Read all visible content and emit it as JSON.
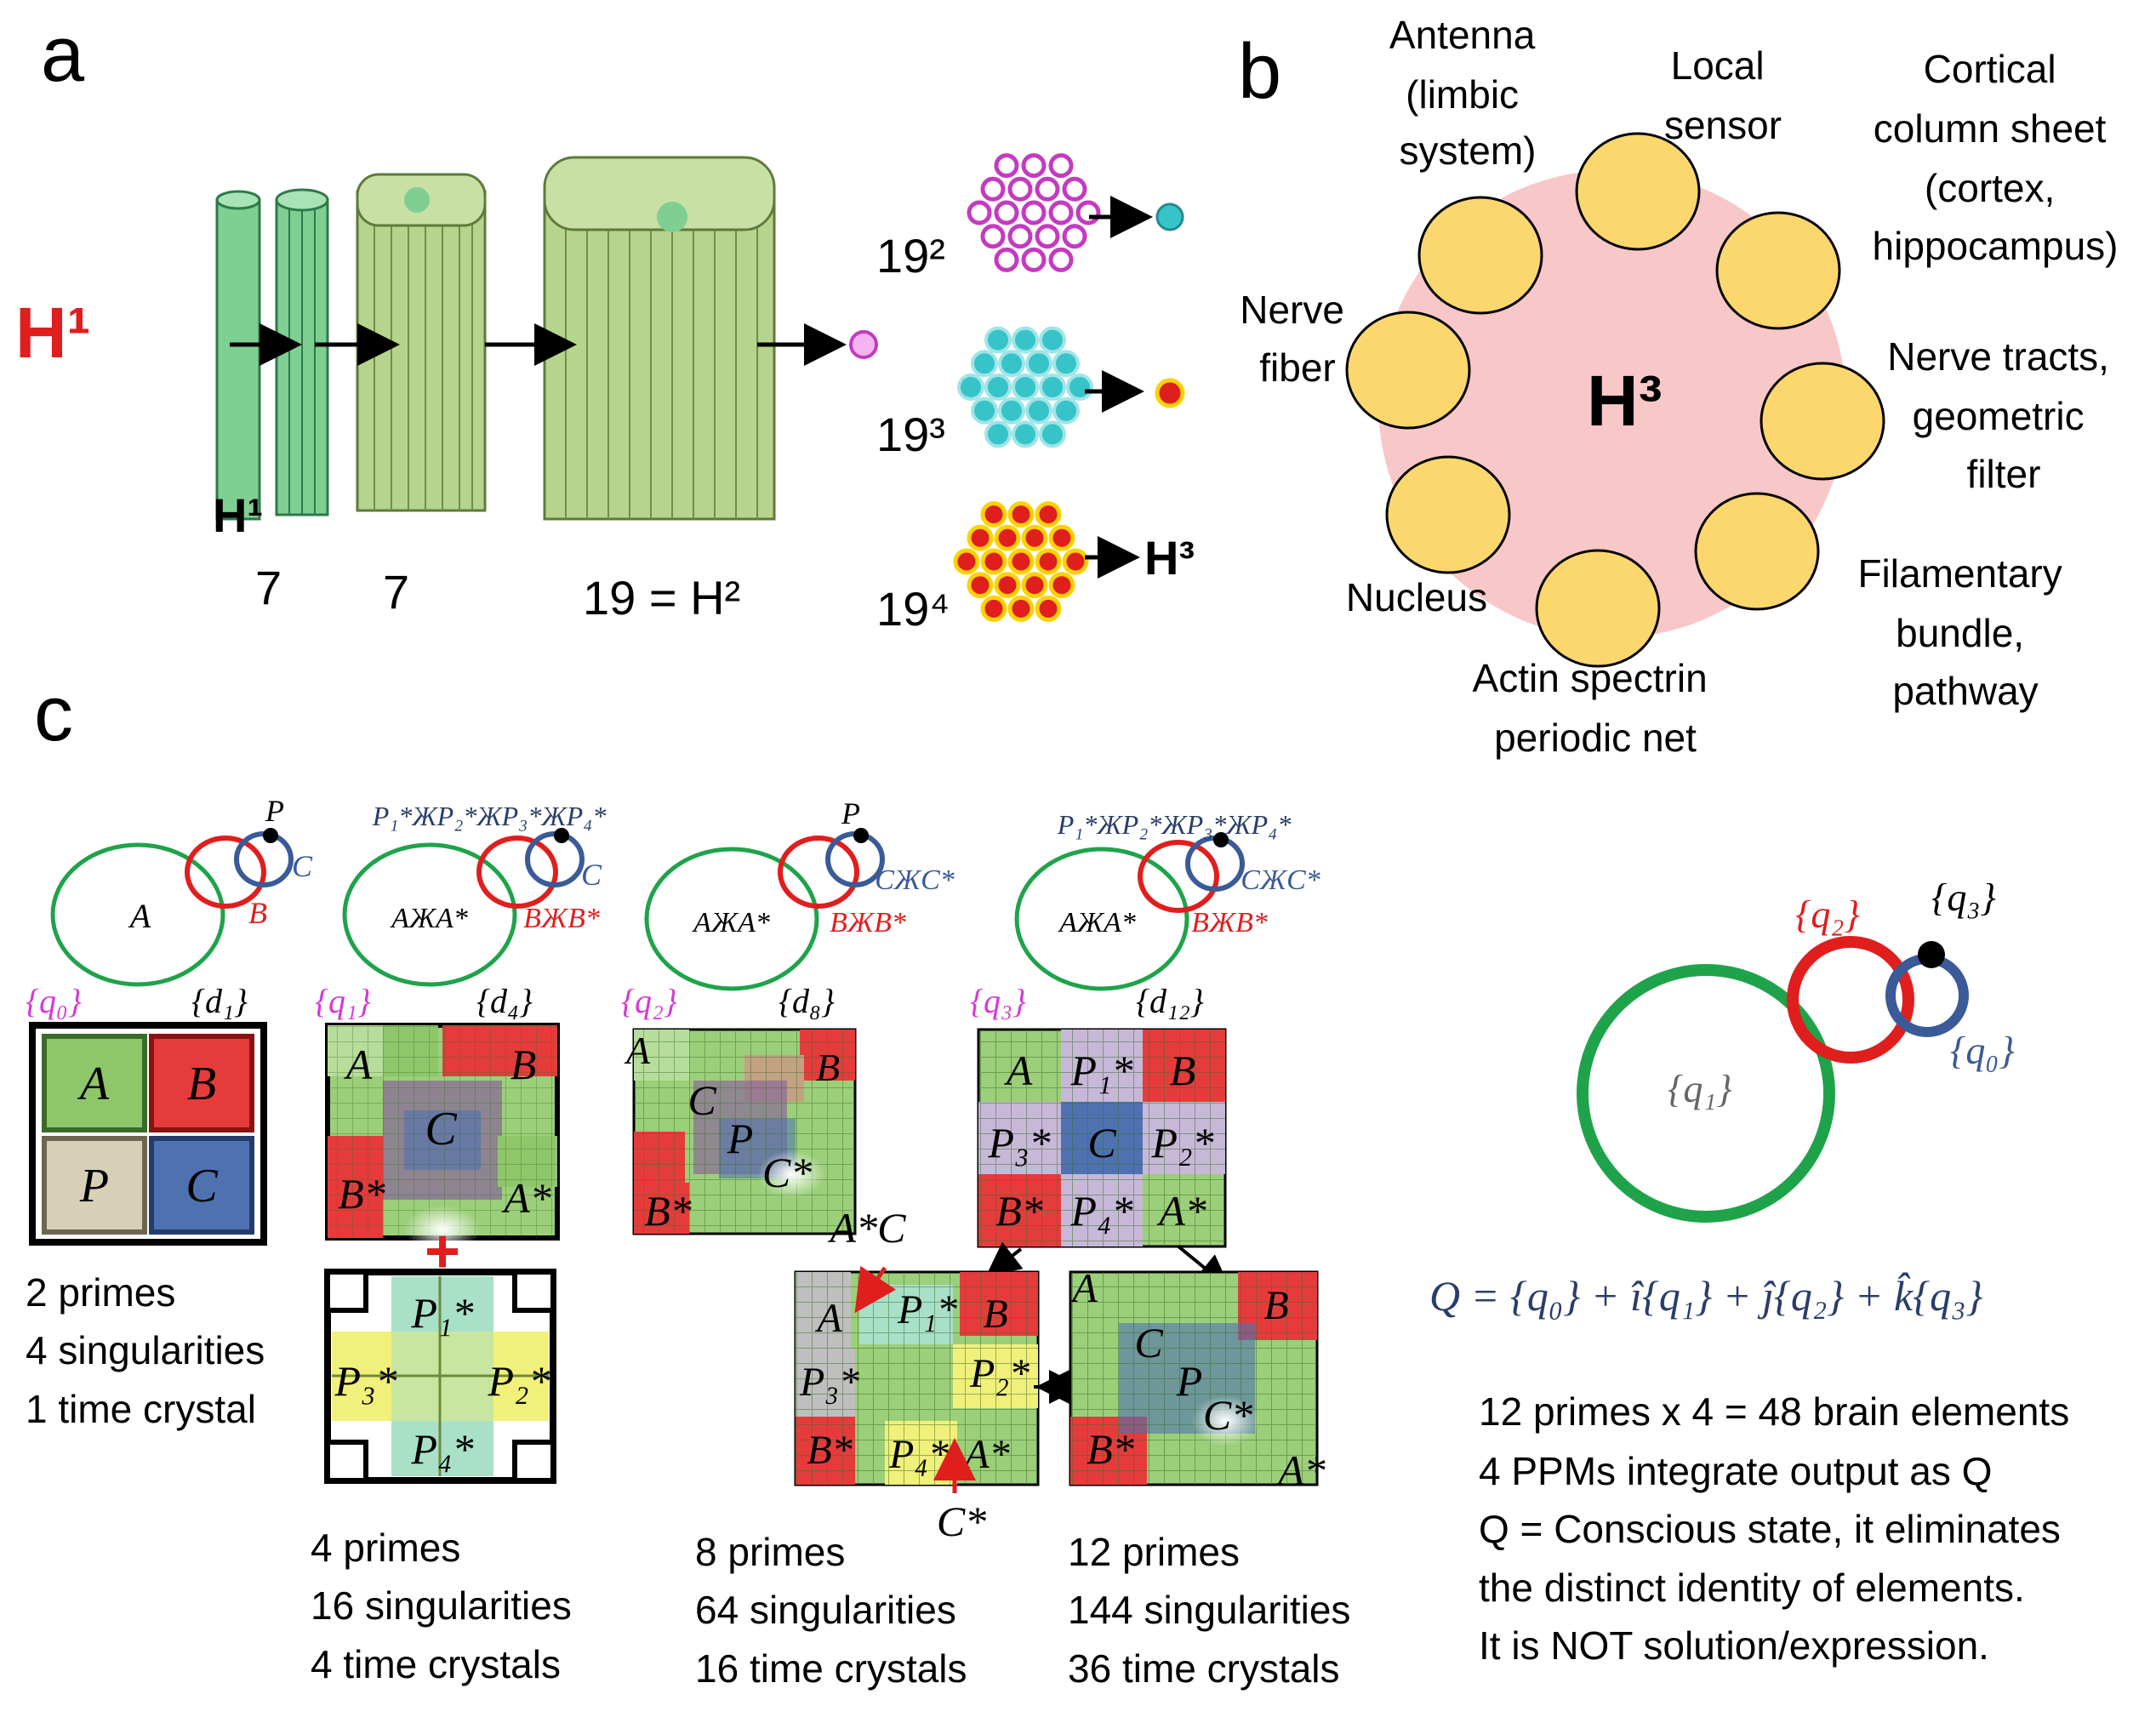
{
  "colors": {
    "green_ring": "#1fa34a",
    "red_ring": "#e01e1e",
    "blue_ring": "#3a5a98",
    "q_magenta": "#d63ad6",
    "h1_red": "#e01e1e",
    "yellow_node": "#fcd76e",
    "pink_core": "#f8c7c7",
    "pillar_green": "#7fcf93",
    "bundle_green": "#b5d48d"
  },
  "panel_a": {
    "letter": "a",
    "h1_big": "H¹",
    "h1_small": "H¹",
    "count_1": "7",
    "count_2": "7",
    "count_3": "19 = H²",
    "level_2": "19²",
    "level_3": "19³",
    "level_4": "19⁴",
    "h3": "H³"
  },
  "panel_b": {
    "letter": "b",
    "center": "H³",
    "nodes": [
      {
        "lines": [
          "Antenna",
          "(limbic",
          "system)"
        ]
      },
      {
        "lines": [
          "Local",
          "sensor"
        ]
      },
      {
        "lines": [
          "Cortical",
          "column sheet",
          "(cortex,",
          "hippocampus)"
        ]
      },
      {
        "lines": [
          "Nerve tracts,",
          "geometric",
          "filter"
        ]
      },
      {
        "lines": [
          "Filamentary",
          "bundle,",
          "pathway"
        ]
      },
      {
        "lines": [
          "Actin spectrin",
          "periodic net"
        ]
      },
      {
        "lines": [
          "Nucleus"
        ]
      },
      {
        "lines": [
          "Nerve",
          "fiber"
        ]
      }
    ]
  },
  "panel_c": {
    "letter": "c",
    "circles": [
      {
        "big": "A",
        "mid": "B",
        "small": "C",
        "top": "P"
      },
      {
        "big": "AЖA*",
        "mid": "BЖB*",
        "small": "C",
        "top": "P₁*ЖP₂*ЖP₃*ЖP₄*"
      },
      {
        "big": "AЖA*",
        "mid": "BЖB*",
        "small": "CЖC*",
        "top": "P"
      },
      {
        "big": "AЖA*",
        "mid": "BЖB*",
        "small": "CЖC*",
        "top": "P₁*ЖP₂*ЖP₃*ЖP₄*"
      }
    ],
    "q_labels": [
      "{q₀}",
      "{q₁}",
      "{q₂}",
      "{q₃}"
    ],
    "d_labels": [
      "{d₁}",
      "{d₄}",
      "{d₈}",
      "{d₁₂}"
    ],
    "grid1_cells": [
      "A",
      "B",
      "P",
      "C"
    ],
    "grid2_labels": {
      "A": "A",
      "B": "B",
      "C": "C",
      "Bs": "B*",
      "As": "A*"
    },
    "grid2b_labels": {
      "p1": "P₁*",
      "p2": "P₂*",
      "p3": "P₃*",
      "p4": "P₄*"
    },
    "plus": "+",
    "grid3_labels": {
      "A": "A",
      "B": "B",
      "C": "C",
      "P": "P",
      "Cs": "C*",
      "Bs": "B*",
      "AsC": "A*C"
    },
    "grid4_labels": [
      "A",
      "P₁*",
      "B",
      "P₃*",
      "C",
      "P₂*",
      "B*",
      "P₄*",
      "A*"
    ],
    "grid5_labels": {
      "A": "A",
      "p1": "P₁*",
      "B": "B",
      "p3": "P₃*",
      "p2": "P₂*",
      "Bs": "B*",
      "p4": "P₄*",
      "As": "A*",
      "Cs_below": "C*"
    },
    "grid6_labels": {
      "A": "A",
      "B": "B",
      "C": "C",
      "P": "P",
      "Cs": "C*",
      "Bs": "B*",
      "As": "A*"
    },
    "stats": [
      [
        "2 primes",
        "4 singularities",
        "1 time crystal"
      ],
      [
        "4 primes",
        "16 singularities",
        "4 time crystals"
      ],
      [
        "8 primes",
        "64 singularities",
        "16 time crystals"
      ],
      [
        "12 primes",
        "144 singularities",
        "36 time crystals"
      ]
    ],
    "quat_labels": {
      "q2": "{q₂}",
      "q3": "{q₃}",
      "q1": "{q₁}",
      "q0": "{q₀}"
    },
    "equation": "Q = {q₀} + î{q₁} + ĵ{q₂} + k̂{q₃}",
    "notes": [
      "12 primes x 4 = 48 brain elements",
      "4 PPMs integrate output as Q",
      "Q = Conscious state, it eliminates",
      "the distinct identity of elements.",
      "It is NOT solution/expression."
    ]
  }
}
